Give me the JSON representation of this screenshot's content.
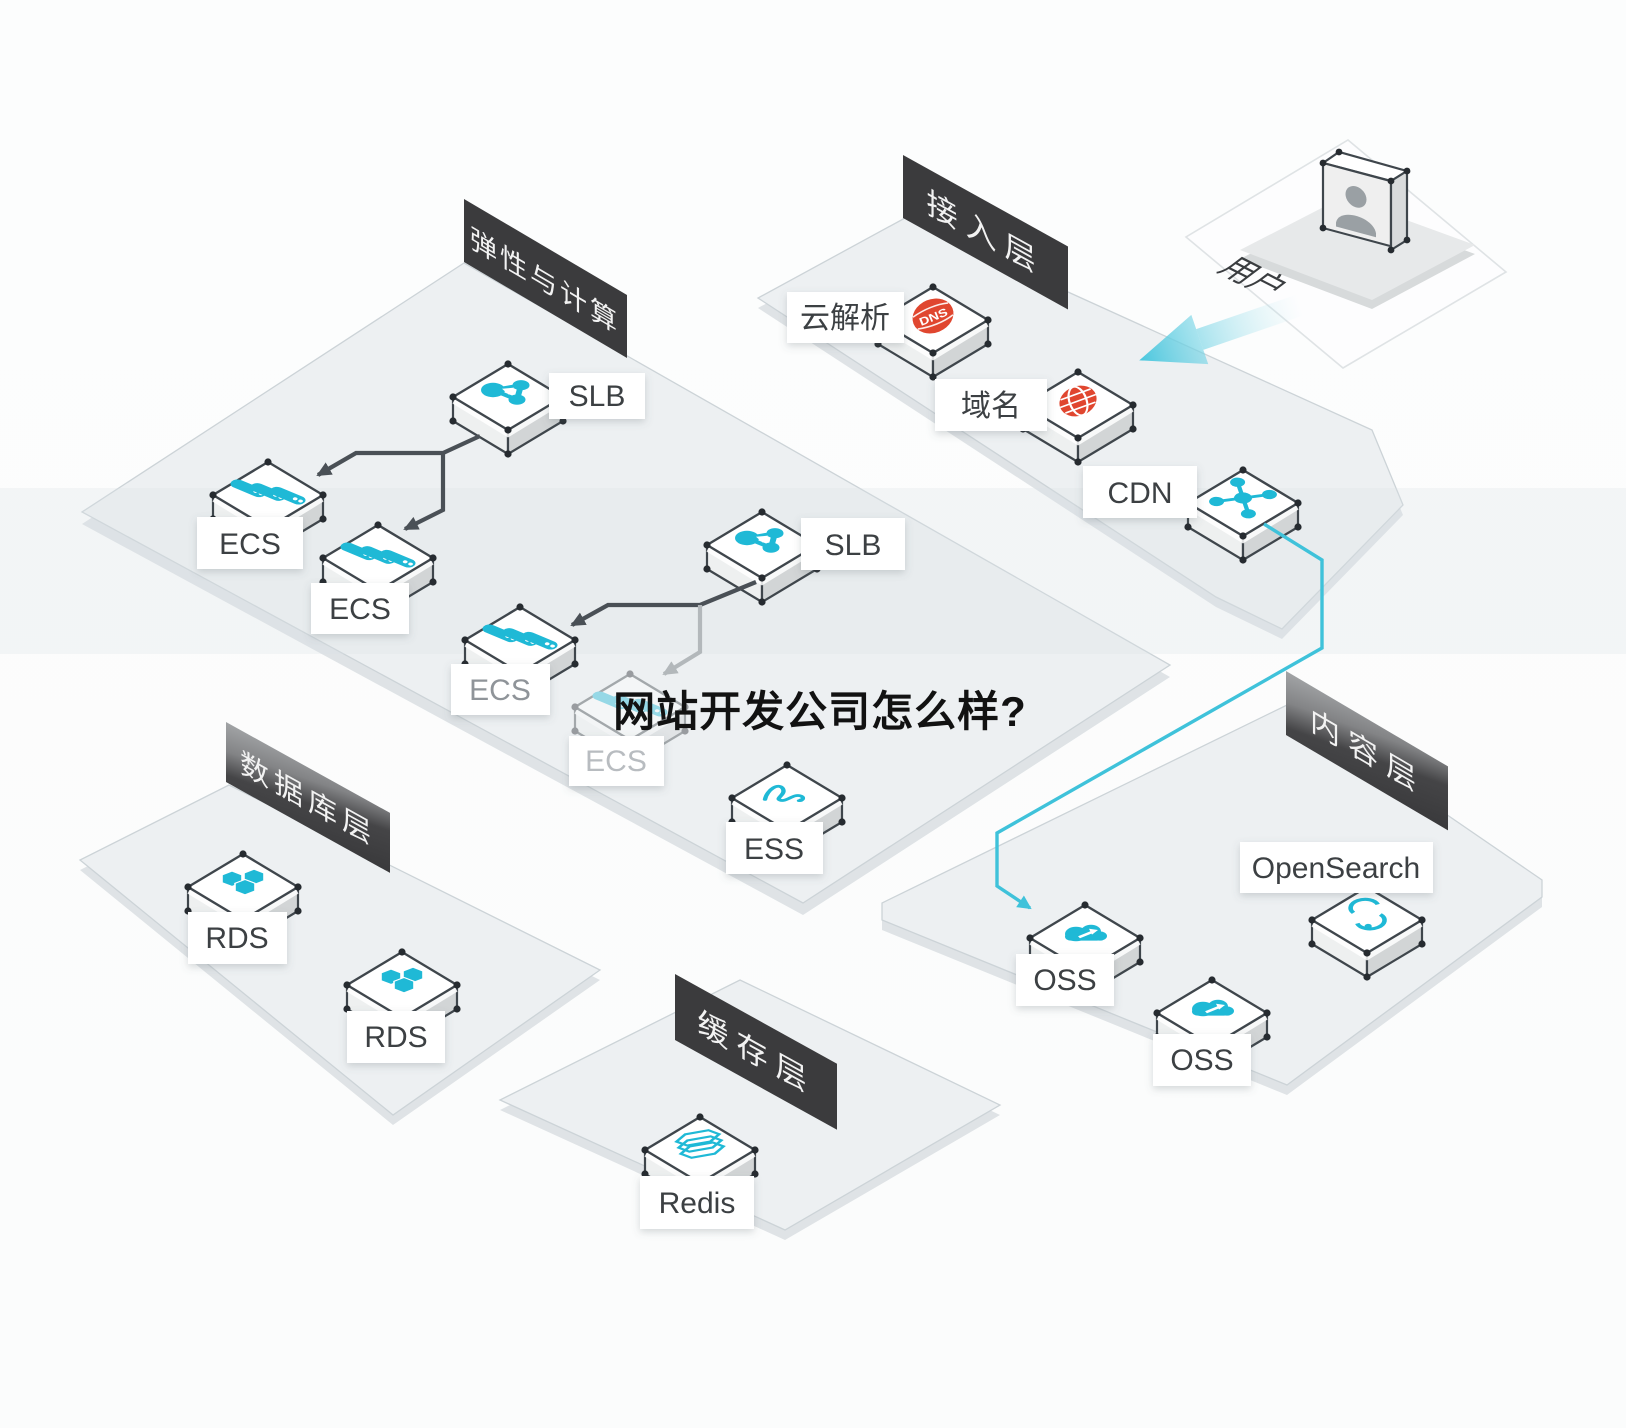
{
  "title": "网站开发公司怎么样?",
  "banners": {
    "compute": "弹性与计算",
    "access": "接入层",
    "database": "数据库层",
    "cache": "缓存层",
    "content": "内容层"
  },
  "user_label": "用户",
  "nodes": {
    "slb1": "SLB",
    "slb2": "SLB",
    "ecs1": "ECS",
    "ecs2": "ECS",
    "ecs3": "ECS",
    "ecs4": "ECS",
    "ess": "ESS",
    "dns": "云解析",
    "domain": "域名",
    "cdn": "CDN",
    "rds1": "RDS",
    "rds2": "RDS",
    "redis": "Redis",
    "oss1": "OSS",
    "oss2": "OSS",
    "opensearch": "OpenSearch"
  },
  "colors": {
    "accent_cyan": "#1fb9d6",
    "connector_cyan": "#3fc2da",
    "icon_red": "#e0462f",
    "banner_dark": "#3b3b3d",
    "banner_gray": "#9ea0a2",
    "arrow_dark": "#4a5056",
    "arrow_gray": "#b3b8bb",
    "platform": "#edf0f2",
    "card_text": "#3c4043",
    "card_text_gray": "#8f9499",
    "card_text_faded": "#b8bcc0",
    "background": "#fbfcfc"
  }
}
